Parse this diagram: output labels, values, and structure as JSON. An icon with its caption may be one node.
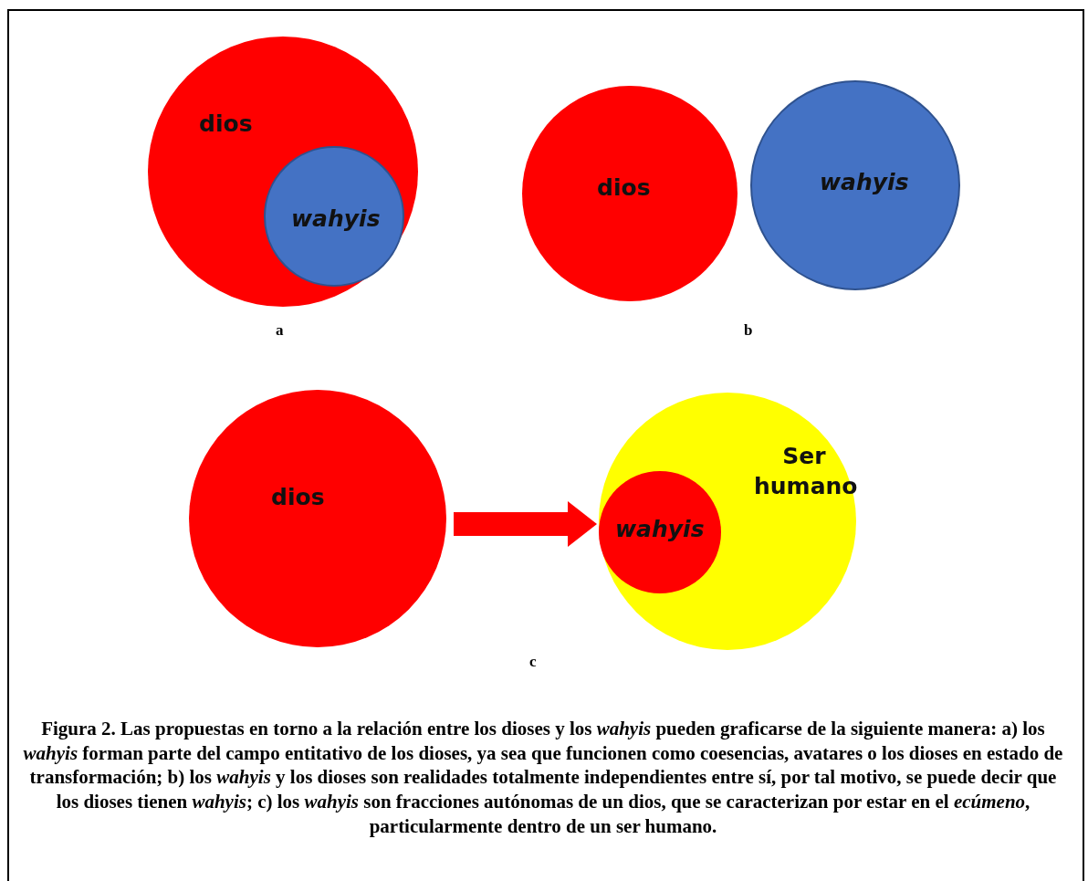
{
  "diagram": {
    "caption": "Figura 2.  Las propuestas en torno a la relación entre los dioses y los *wahyis*  pueden graficarse de la siguiente manera: a) los *wahyis* forman parte del campo entitativo de los dioses, ya sea que funcionen como coesencias, avatares o los dioses en estado de transformación; b) los *wahyis* y los dioses son realidades totalmente independientes entre sí, por tal motivo, se puede decir que los dioses tienen *wahyis*; c) los *wahyis* son fracciones autónomas de un dios, que se caracterizan por estar en el *ecúmeno*, particularmente dentro de un ser humano.",
    "nodes": [
      {
        "text": [
          "dios"
        ]
      },
      {
        "text": [
          "wahyis"
        ],
        "in": 0
      },
      {
        "text": [
          "dios"
        ]
      },
      {
        "text": [
          "wahyis"
        ]
      },
      {
        "text": [
          "dios"
        ]
      },
      {
        "text": [
          "Ser humano"
        ]
      },
      {
        "text": [
          "wahyis"
        ],
        "in": 5
      }
    ],
    "edges": [
      {
        "from": 4,
        "to": 5,
        "arrow": "to"
      }
    ],
    "labels": [
      "a",
      "b",
      "c"
    ]
  }
}
